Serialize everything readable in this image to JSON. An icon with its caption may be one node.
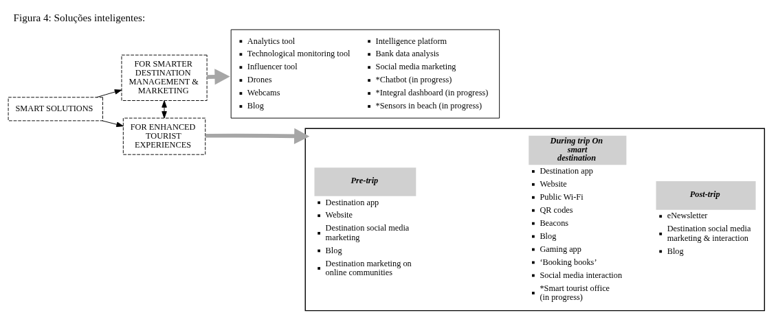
{
  "diagram": {
    "title": "Figura 4: Soluções inteligentes:",
    "nodes": [
      {
        "text": [
          "SMART SOLUTIONS"
        ]
      },
      {
        "text": [
          "FOR SMARTER DESTINATION MANAGEMENT & MARKETING"
        ]
      },
      {
        "text": [
          "FOR ENHANCED TOURIST EXPERIENCES"
        ]
      },
      {
        "text": [
          "Analytics tool",
          "Technological monitoring tool",
          "Influencer tool",
          "Drones",
          "Webcams",
          "Blog",
          "Intelligence platform",
          "Bank data analysis",
          "Social media marketing",
          "*Chatbot (in progress)",
          "*Integral dashboard (in progress)",
          "*Sensors in beach (in progress)"
        ]
      },
      {
        "text": [],
        "shape": "box"
      },
      {
        "text": [
          "Pre-trip",
          "Destination app",
          "Website",
          "Destination social media marketing",
          "Blog",
          "Destination marketing on online communities"
        ],
        "in": 4
      },
      {
        "text": [
          "During trip On smart destination",
          "Destination app",
          "Website",
          "Public Wi-Fi",
          "QR codes",
          "Beacons",
          "Blog",
          "Gaming app",
          "‘Booking books’",
          "Social media interaction",
          "*Smart tourist office (in progress)"
        ],
        "in": 4
      },
      {
        "text": [
          "Post-trip",
          "eNewsletter",
          "Destination social media marketing & interaction",
          "Blog"
        ],
        "in": 4
      }
    ],
    "edges": [
      {
        "from": 0,
        "to": 1,
        "arrow": "to"
      },
      {
        "from": 0,
        "to": 2,
        "arrow": "to"
      },
      {
        "from": 1,
        "to": 2,
        "arrow": "both"
      },
      {
        "from": 1,
        "to": 3,
        "arrow": "to",
        "style": "thick",
        "color": "#a6a6a6"
      },
      {
        "from": 2,
        "to": 4,
        "arrow": "to",
        "style": "thick",
        "color": "#a6a6a6"
      }
    ]
  }
}
